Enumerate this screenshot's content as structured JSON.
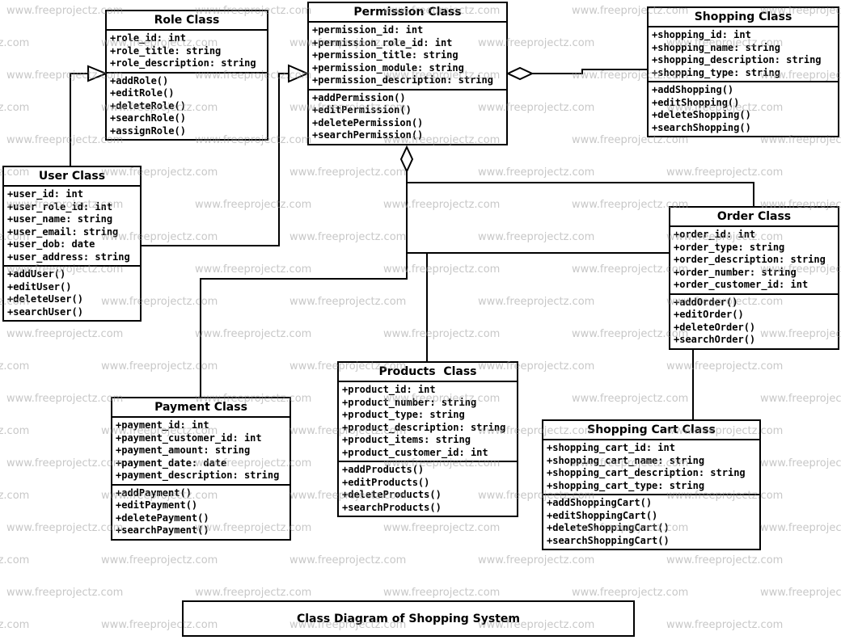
{
  "watermark": {
    "text": "www.freeprojectz.com"
  },
  "title_box": {
    "text": "Class Diagram of Shopping System"
  },
  "classes": {
    "role": {
      "title": "Role Class",
      "attributes": [
        "+role_id: int",
        "+role_title: string",
        "+role_description: string"
      ],
      "methods": [
        "+addRole()",
        "+editRole()",
        "+deleteRole()",
        "+searchRole()",
        "+assignRole()"
      ]
    },
    "permission": {
      "title": "Permission Class",
      "attributes": [
        "+permission_id: int",
        "+permission_role_id: int",
        "+permission_title: string",
        "+permission_module: string",
        "+permission_description: string"
      ],
      "methods": [
        "+addPermission()",
        "+editPermission()",
        "+deletePermission()",
        "+searchPermission()"
      ]
    },
    "shopping": {
      "title": "Shopping Class",
      "attributes": [
        "+shopping_id: int",
        "+shopping_name: string",
        "+shopping_description: string",
        "+shopping_type: string"
      ],
      "methods": [
        "+addShopping()",
        "+editShopping()",
        "+deleteShopping()",
        "+searchShopping()"
      ]
    },
    "user": {
      "title": "User Class",
      "attributes": [
        "+user_id: int",
        "+user_role_id: int",
        "+user_name: string",
        "+user_email: string",
        "+user_dob: date",
        "+user_address: string"
      ],
      "methods": [
        "+addUser()",
        "+editUser()",
        "+deleteUser()",
        "+searchUser()"
      ]
    },
    "order": {
      "title": "Order Class",
      "attributes": [
        "+order_id: int",
        "+order_type: string",
        "+order_description: string",
        "+order_number: string",
        "+order_customer_id: int"
      ],
      "methods": [
        "+addOrder()",
        "+editOrder()",
        "+deleteOrder()",
        "+searchOrder()"
      ]
    },
    "products": {
      "title": "Products  Class",
      "attributes": [
        "+product_id: int",
        "+product_number: string",
        "+product_type: string",
        "+product_description: string",
        "+product_items: string",
        "+product_customer_id: int"
      ],
      "methods": [
        "+addProducts()",
        "+editProducts()",
        "+deleteProducts()",
        "+searchProducts()"
      ]
    },
    "payment": {
      "title": "Payment Class",
      "attributes": [
        "+payment_id: int",
        "+payment_customer_id: int",
        "+payment_amount: string",
        "+payment_date: date",
        "+payment_description: string"
      ],
      "methods": [
        "+addPayment()",
        "+editPayment()",
        "+deletePayment()",
        "+searchPayment()"
      ]
    },
    "shopping_cart": {
      "title": "Shopping Cart Class",
      "attributes": [
        "+shopping_cart_id: int",
        "+shopping_cart_name: string",
        "+shopping_cart_description: string",
        "+shopping_cart_type: string"
      ],
      "methods": [
        "+addShoppingCart()",
        "+editShoppingCart()",
        "+deleteShoppingCart()",
        "+searchShoppingCart()"
      ]
    }
  },
  "relationships": [
    {
      "from": "User Class",
      "to": "Role Class",
      "type": "generalization"
    },
    {
      "from": "User Class",
      "to": "Permission Class",
      "type": "generalization"
    },
    {
      "from": "Shopping Class",
      "to": "Permission Class",
      "type": "aggregation"
    },
    {
      "from": "Order Class",
      "to": "Permission Class",
      "type": "aggregation"
    },
    {
      "from": "Shopping Cart Class",
      "to": "Permission Class",
      "type": "aggregation"
    },
    {
      "from": "Products Class",
      "to": "Permission Class",
      "type": "aggregation"
    },
    {
      "from": "Payment Class",
      "to": "Permission Class",
      "type": "aggregation"
    }
  ]
}
